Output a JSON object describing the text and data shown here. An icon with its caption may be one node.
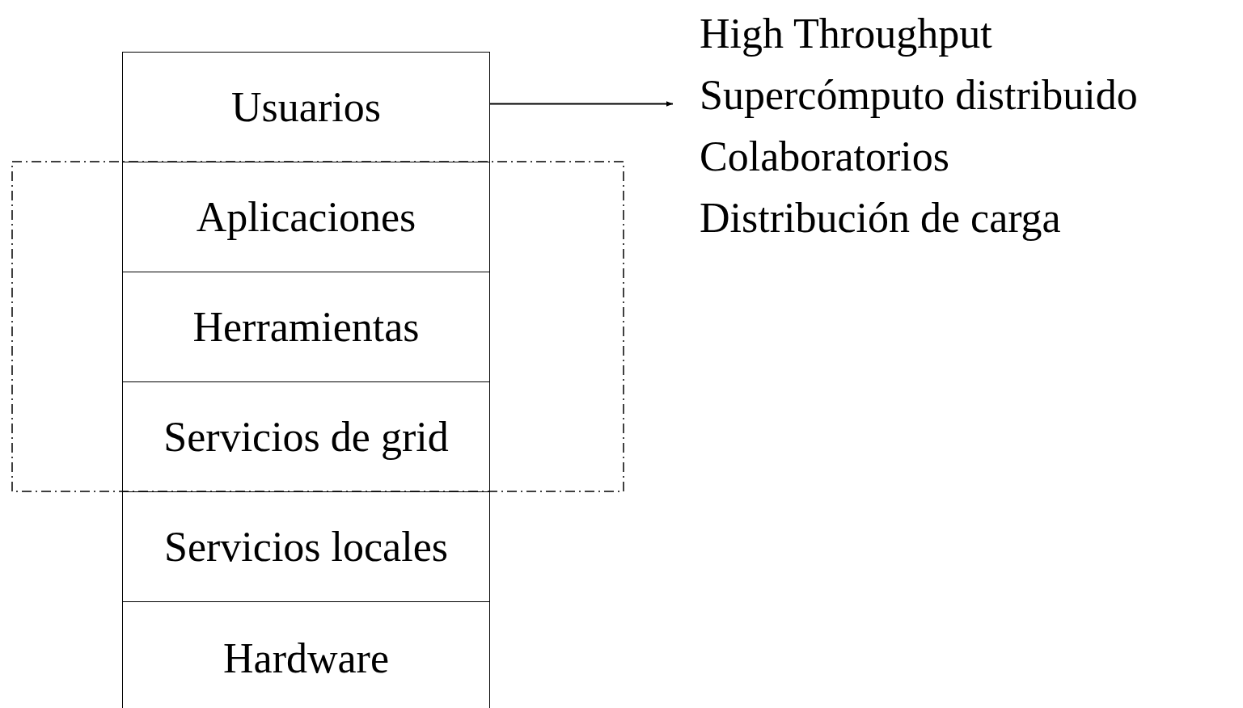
{
  "diagram": {
    "nodes": [
      {
        "text": [
          "Usuarios"
        ]
      },
      {
        "text": [
          "Aplicaciones"
        ]
      },
      {
        "text": [
          "Herramientas"
        ]
      },
      {
        "text": [
          "Servicios de grid"
        ]
      },
      {
        "text": [
          "Servicios locales"
        ]
      },
      {
        "text": [
          "Hardware"
        ]
      },
      {
        "text": [
          "High Throughput",
          "Supercómputo distribuido",
          "Colaboratorios",
          "Distribución de carga"
        ]
      }
    ],
    "edges": [
      {
        "from": 0,
        "to": 6,
        "arrow": "to"
      }
    ]
  }
}
